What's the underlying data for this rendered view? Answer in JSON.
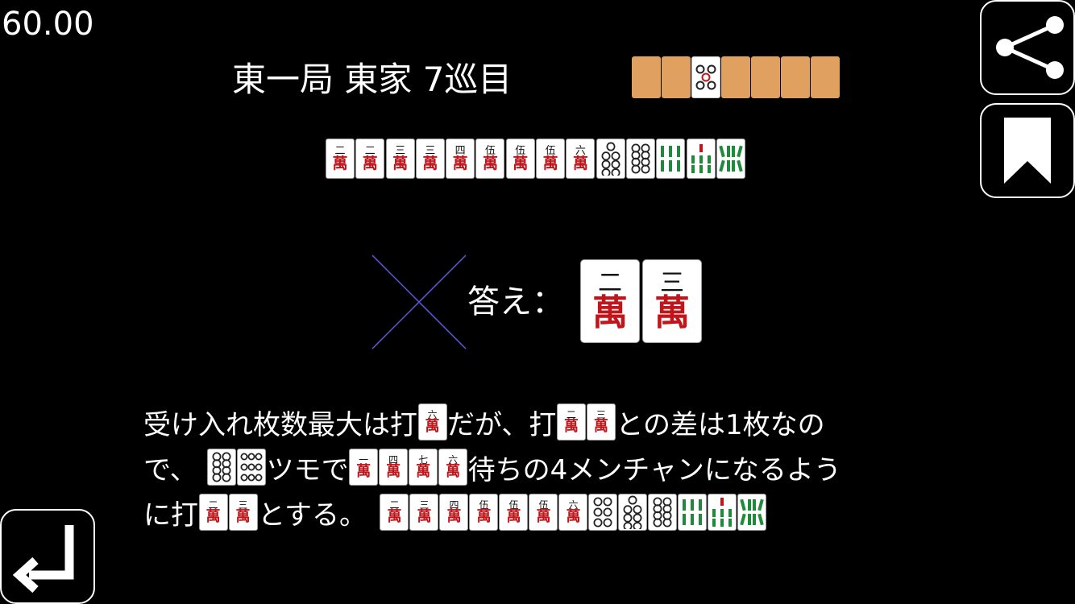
{
  "timer": "60.00",
  "round_info": "東一局 東家 7巡目",
  "dora_indicator": {
    "tile": "pin-5",
    "hidden_count": 6
  },
  "hand": [
    {
      "num": "二",
      "suit": "萬"
    },
    {
      "num": "二",
      "suit": "萬"
    },
    {
      "num": "三",
      "suit": "萬"
    },
    {
      "num": "三",
      "suit": "萬"
    },
    {
      "num": "四",
      "suit": "萬"
    },
    {
      "num": "伍",
      "suit": "萬"
    },
    {
      "num": "伍",
      "suit": "萬"
    },
    {
      "num": "伍",
      "suit": "萬"
    },
    {
      "num": "六",
      "suit": "萬"
    },
    {
      "pin": 7
    },
    {
      "pin": 8
    },
    {
      "sou": 6
    },
    {
      "sou": 7
    },
    {
      "sou": 8
    }
  ],
  "result": "wrong",
  "answer_label": "答え：",
  "answer_tiles": [
    {
      "num": "二",
      "suit": "萬"
    },
    {
      "num": "三",
      "suit": "萬"
    }
  ],
  "explanation": {
    "line1": {
      "t1": "受け入れ枚数最大は打",
      "tile1": {
        "num": "六",
        "suit": "萬"
      },
      "t2": "だが、打",
      "tile2": {
        "num": "二",
        "suit": "萬"
      },
      "tile3": {
        "num": "三",
        "suit": "萬"
      },
      "t3": "との差は1枚なの"
    },
    "line2": {
      "t1": "で、",
      "tile1": {
        "pin": 8
      },
      "tile2": {
        "pin": 9
      },
      "t2": "ツモで",
      "tile3": {
        "num": "一",
        "suit": "萬"
      },
      "tile4": {
        "num": "四",
        "suit": "萬"
      },
      "tile5": {
        "num": "七",
        "suit": "萬"
      },
      "tile6": {
        "num": "六",
        "suit": "萬"
      },
      "t3": "待ちの4メンチャンになるよう"
    },
    "line3": {
      "t1": "に打",
      "tile1": {
        "num": "二",
        "suit": "萬"
      },
      "tile2": {
        "num": "三",
        "suit": "萬"
      },
      "t2": "とする。",
      "hand": [
        {
          "num": "二",
          "suit": "萬"
        },
        {
          "num": "三",
          "suit": "萬"
        },
        {
          "num": "四",
          "suit": "萬"
        },
        {
          "num": "伍",
          "suit": "萬"
        },
        {
          "num": "伍",
          "suit": "萬"
        },
        {
          "num": "伍",
          "suit": "萬"
        },
        {
          "num": "六",
          "suit": "萬"
        },
        {
          "pin": 6
        },
        {
          "pin": 7
        },
        {
          "pin": 8
        },
        {
          "sou": 6
        },
        {
          "sou": 7
        },
        {
          "sou": 8
        }
      ]
    }
  },
  "buttons": {
    "share": "share-icon",
    "bookmark": "bookmark-icon",
    "back": "return-arrow-icon"
  },
  "colors": {
    "background": "#000000",
    "tile_back": "#e0a060",
    "man_red": "#c0161b",
    "pin_dark": "#222222",
    "sou_green": "#1f8a3a",
    "wrong_mark": "#5a5adc"
  }
}
